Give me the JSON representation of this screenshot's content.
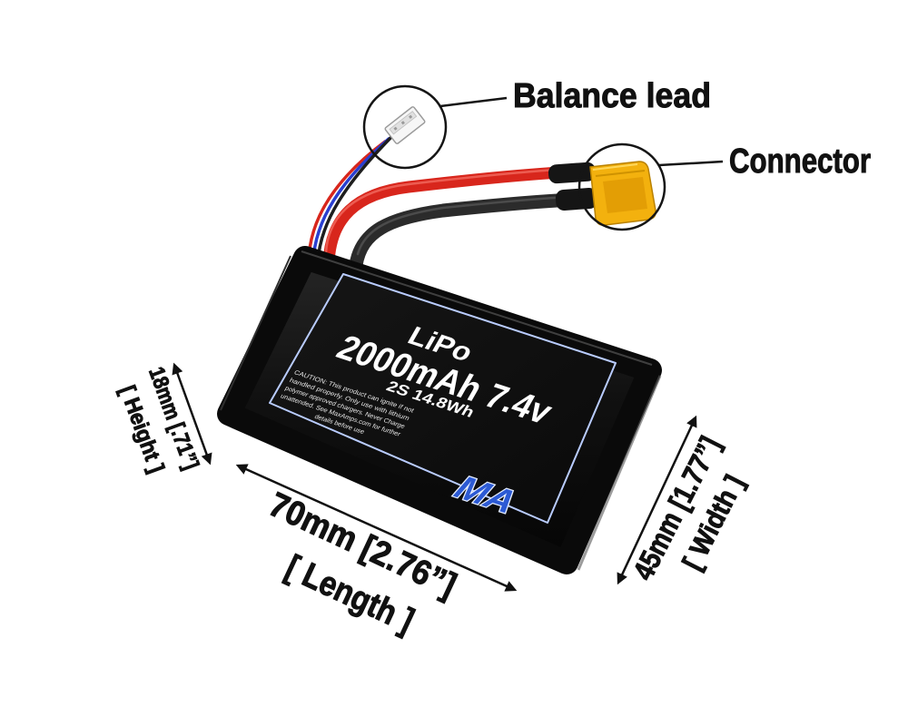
{
  "callouts": {
    "balance_lead": "Balance lead",
    "connector": "Connector"
  },
  "battery_label": {
    "chemistry": "LiPo",
    "capacity_voltage": "2000mAh 7.4v",
    "cells_energy": "2S 14.8Wh",
    "caution_lines": [
      "CAUTION: This product can ignite if not",
      "handled properly. Only use with lithium",
      "polymer approved chargers. Never Charge",
      "unattended. See MaxAmps.com for further",
      "details before use"
    ],
    "logo_text": "MA"
  },
  "dimensions": {
    "height": {
      "measure": "18mm [.71”]",
      "label": "[ Height ]"
    },
    "length": {
      "measure": "70mm [2.76”]",
      "label": "[ Length ]"
    },
    "width": {
      "measure": "45mm [1.77”]",
      "label": "[ Width ]"
    }
  },
  "colors": {
    "label_border": "#b9ccff",
    "logo_blue": "#2c5ad4",
    "power_wire_positive": "#d8261c",
    "power_wire_negative": "#2b2b2b",
    "connector_body": "#f3b10e"
  }
}
